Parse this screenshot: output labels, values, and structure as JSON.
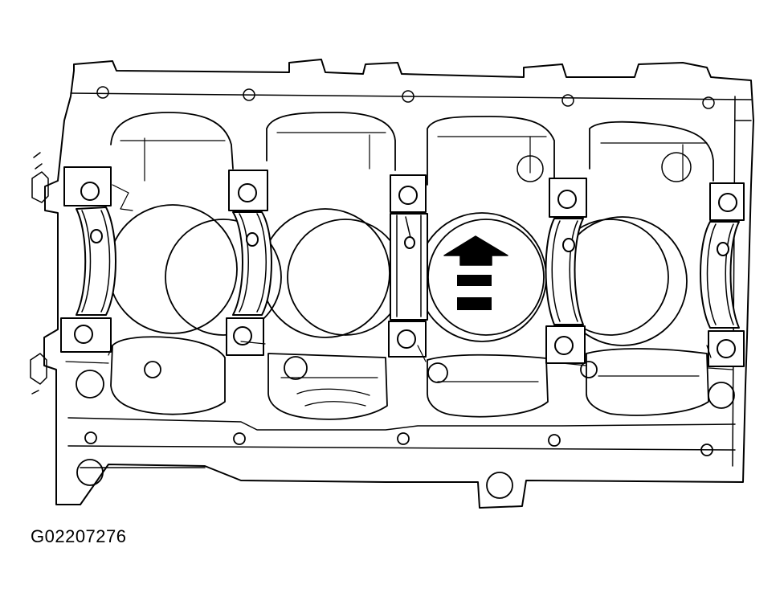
{
  "figure": {
    "id_label": "G02207276",
    "ink_color": "#000000",
    "background_color": "#ffffff"
  },
  "diagram": {
    "journal_count": 5,
    "cylinder_count": 4,
    "front_arrow_icon": "up-arrow-icon"
  }
}
